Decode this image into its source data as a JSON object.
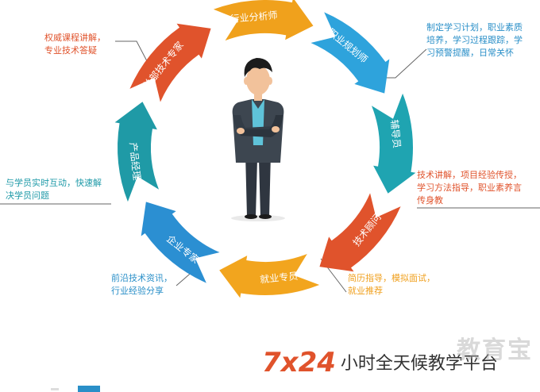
{
  "segments": [
    {
      "label": "行业分析师",
      "color": "#f0a11c"
    },
    {
      "label": "职业规划师",
      "color": "#2ea3dc"
    },
    {
      "label": "辅导员",
      "color": "#1fa4b1"
    },
    {
      "label": "技术顾问",
      "color": "#e0532c"
    },
    {
      "label": "就业专员",
      "color": "#f2a51e"
    },
    {
      "label": "企业专家",
      "color": "#2b8fd2"
    },
    {
      "label": "产品经理",
      "color": "#1f9aa6"
    },
    {
      "label": "总部技术专家",
      "color": "#e0532c"
    }
  ],
  "notes": {
    "top_left": "权威课程讲解，\n专业技术答疑",
    "top_right": "制定学习计划，职业素质\n培养，学习过程跟踪，学\n习预警提醒，日常关怀",
    "mid_left": "与学员实时互动，快速解\n决学员问题",
    "mid_right": "技术讲解，项目经验传授，\n学习方法指导，职业素养言\n传身教",
    "bottom_left": "前沿技术资讯，\n行业经验分享",
    "bottom_right": "简历指导，模拟面试，\n就业推荐"
  },
  "footer": {
    "big": "7x24",
    "rest": "小时全天候教学平台"
  },
  "watermark": "教育宝",
  "colors": {
    "red": "#e0532c",
    "blue": "#2a8fc8",
    "orange": "#f0a01e",
    "teal": "#1f9aa8"
  }
}
